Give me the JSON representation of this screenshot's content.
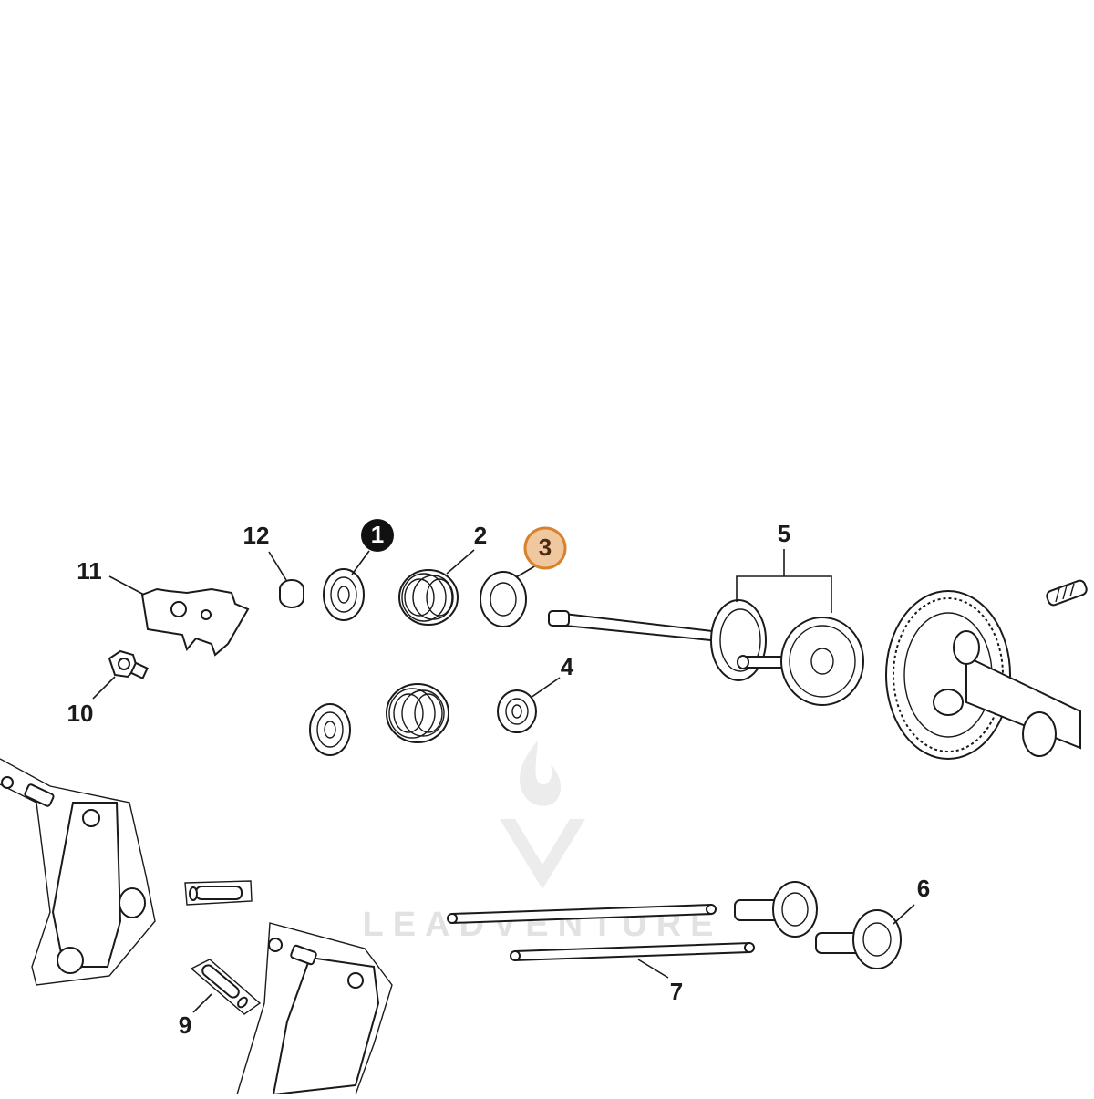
{
  "diagram": {
    "watermark": "LEADVENTURE",
    "colors": {
      "highlight_fill": "#f0c8a0",
      "highlight_stroke": "#d9822b",
      "filled_callout": "#111111",
      "line": "#1a1a1a"
    },
    "callouts": {
      "c1": "1",
      "c2": "2",
      "c3": "3",
      "c4": "4",
      "c5": "5",
      "c6": "6",
      "c7": "7",
      "c9": "9",
      "c10": "10",
      "c11": "11",
      "c12": "12"
    },
    "highlighted_callout": "3",
    "filled_callout": "1"
  }
}
